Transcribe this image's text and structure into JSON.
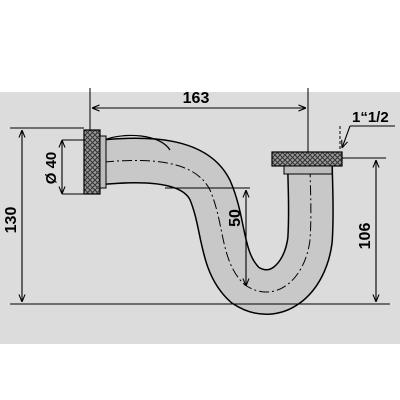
{
  "drawing": {
    "part": "p-trap-pipe",
    "colors": {
      "background": "#ffffff",
      "band": "#dcdcdc",
      "pipe_fill": "#c8c8c8",
      "outline": "#000000",
      "gasket_dark": "#555555",
      "gasket_light": "#9a9a9a"
    }
  },
  "dimensions": {
    "width_163": "163",
    "height_130": "130",
    "height_106": "106",
    "drop_50": "50",
    "diameter_40": "Ø 40",
    "thread_size": "1“1/2"
  }
}
